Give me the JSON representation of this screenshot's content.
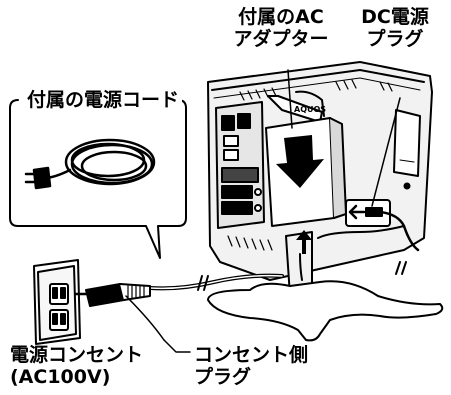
{
  "labels": {
    "ac_adapter_line1": "付属のAC",
    "ac_adapter_line2": "アダプター",
    "dc_plug_line1": "DC電源",
    "dc_plug_line2": "プラグ",
    "power_cord": "付属の電源コード",
    "outlet_line1": "電源コンセント",
    "outlet_line2": "(AC100V)",
    "plug_side_line1": "コンセント側",
    "plug_side_line2": "プラグ",
    "brand_mark": "AQUOS"
  }
}
